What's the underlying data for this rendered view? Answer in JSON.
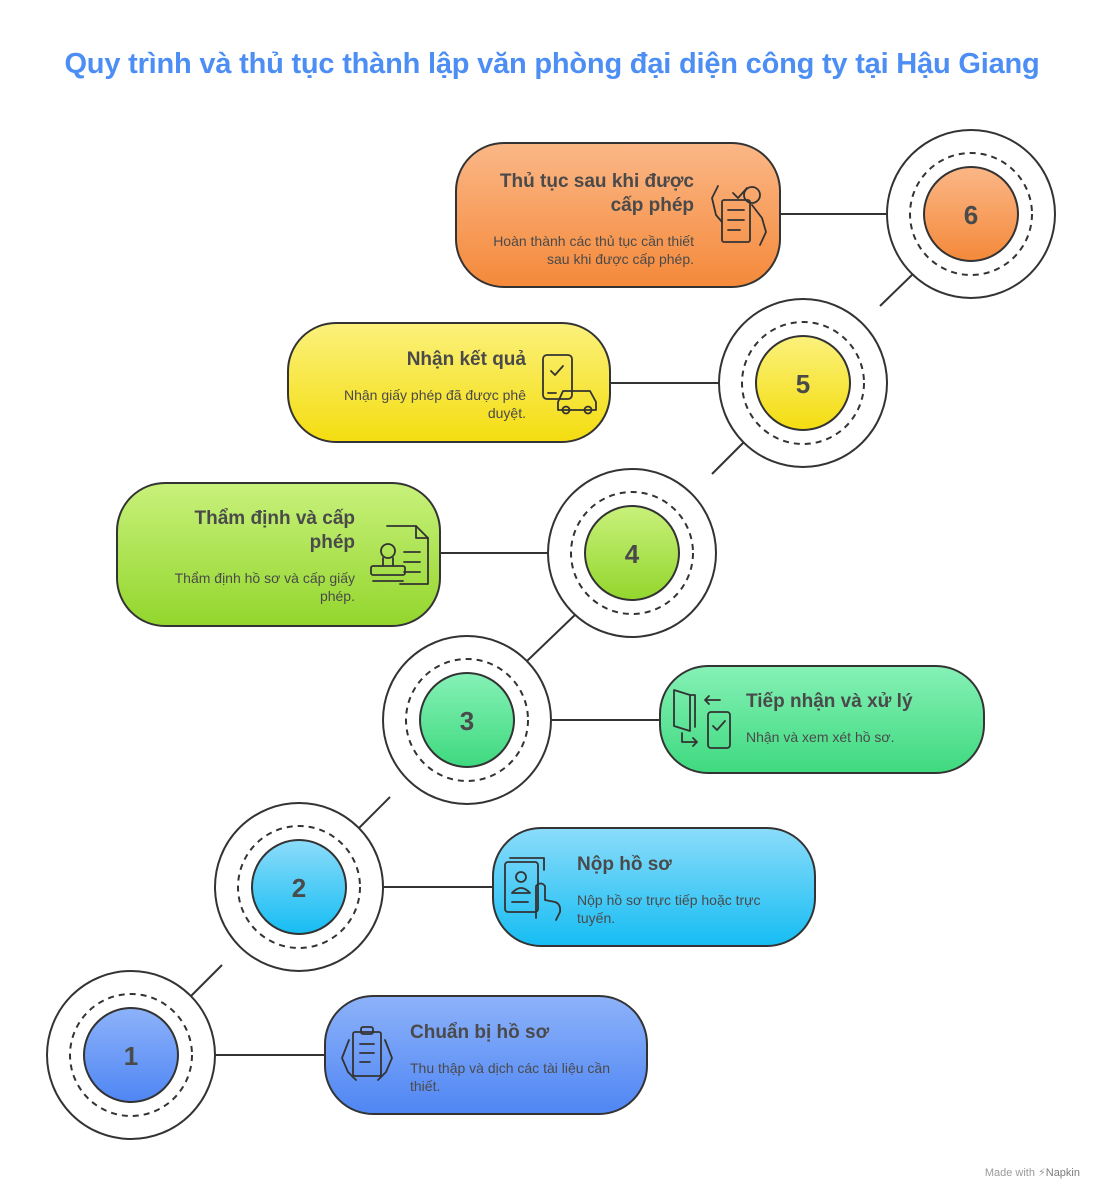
{
  "title": "Quy trình và thủ tục thành lập văn phòng đại diện công ty tại Hậu Giang",
  "steps": [
    {
      "number": "1",
      "heading": "Chuẩn bị hồ sơ",
      "description": "Thu thập và dịch các tài liệu cần thiết.",
      "color": "#5b8ff5",
      "icon": "document-hands-icon"
    },
    {
      "number": "2",
      "heading": "Nộp hồ sơ",
      "description": "Nộp hồ sơ trực tiếp hoặc trực tuyến.",
      "color": "#27c5f2",
      "icon": "profile-touch-icon"
    },
    {
      "number": "3",
      "heading": "Tiếp nhận và xử lý",
      "description": "Nhận và xem xét hồ sơ.",
      "color": "#4fe08f",
      "icon": "door-phone-exchange-icon"
    },
    {
      "number": "4",
      "heading": "Thẩm định và cấp phép",
      "description": "Thẩm định hồ sơ và cấp giấy phép.",
      "color": "#a6e043",
      "icon": "stamp-document-icon"
    },
    {
      "number": "5",
      "heading": "Nhận kết quả",
      "description": "Nhận giấy phép đã được phê duyệt.",
      "color": "#f6e420",
      "icon": "phone-car-icon"
    },
    {
      "number": "6",
      "heading": "Thủ tục sau khi được cấp phép",
      "description": "Hoàn thành các thủ tục cần thiết sau khi được cấp phép.",
      "color": "#f59b48",
      "icon": "checklist-hand-icon"
    }
  ],
  "footer": {
    "made_with": "Made with",
    "brand": "Napkin"
  }
}
